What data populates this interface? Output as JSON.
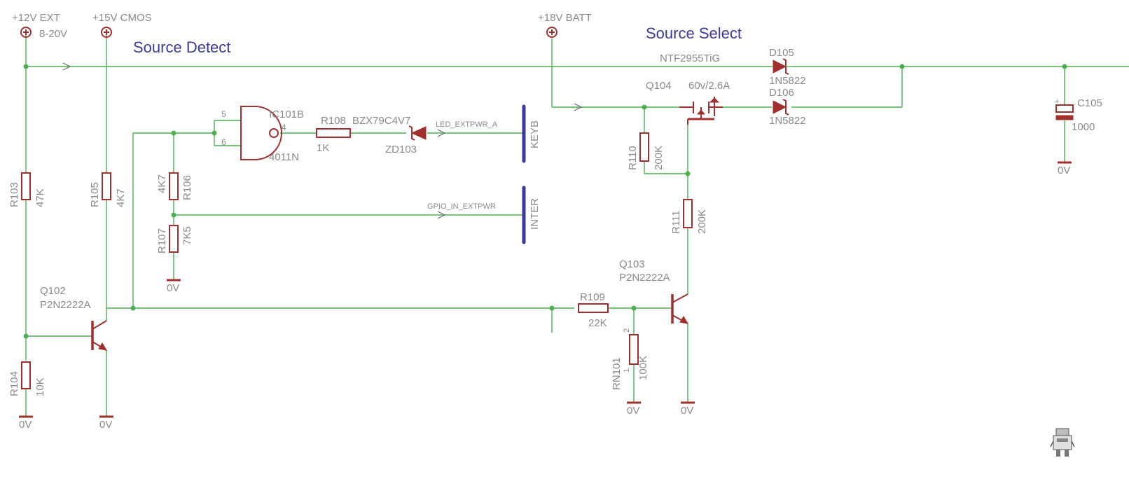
{
  "titles": {
    "source_detect": "Source Detect",
    "source_select": "Source Select"
  },
  "supplies": {
    "ext": {
      "name": "+12V EXT",
      "range": "8-20V"
    },
    "cmos": {
      "name": "+15V CMOS"
    },
    "batt": {
      "name": "+18V BATT"
    }
  },
  "ground_label": "0V",
  "parts": {
    "r103": {
      "ref": "R103",
      "value": "47K"
    },
    "r104": {
      "ref": "R104",
      "value": "10K"
    },
    "r105": {
      "ref": "R105",
      "value": "4K7"
    },
    "r106": {
      "ref": "R106",
      "value": "4K7"
    },
    "r107": {
      "ref": "R107",
      "value": "7K5"
    },
    "r108": {
      "ref": "R108",
      "value": "1K"
    },
    "r109": {
      "ref": "R109",
      "value": "22K"
    },
    "r110": {
      "ref": "R110",
      "value": "200K"
    },
    "r111": {
      "ref": "R111",
      "value": "200K"
    },
    "rn101": {
      "ref": "RN101",
      "value": "100K",
      "pin1": "1",
      "pin2": "2"
    },
    "ic101b": {
      "ref": "IC101B",
      "value": "4011N",
      "pin_a": "5",
      "pin_b": "6",
      "pin_out": "4"
    },
    "zd103": {
      "ref": "ZD103",
      "value": "BZX79C4V7"
    },
    "q102": {
      "ref": "Q102",
      "value": "P2N2222A"
    },
    "q103": {
      "ref": "Q103",
      "value": "P2N2222A"
    },
    "q104": {
      "ref": "Q104",
      "value": "60v/2.6A"
    },
    "d105": {
      "ref": "D105",
      "value": "1N5822"
    },
    "d106": {
      "ref": "D106",
      "value": "1N5822"
    },
    "c105": {
      "ref": "C105",
      "value": "1000"
    },
    "mosfet_part": "NTF2955TiG"
  },
  "nets": {
    "led": "LED_EXTPWR_A",
    "gpio": "GPIO_IN_EXTPWR"
  },
  "connectors": {
    "keyb": "KEYB",
    "inter": "INTER"
  },
  "colors": {
    "wire": "#4caf50",
    "part": "#a0302e",
    "bus": "#3b3b9b",
    "text": "#8a8a8a"
  }
}
